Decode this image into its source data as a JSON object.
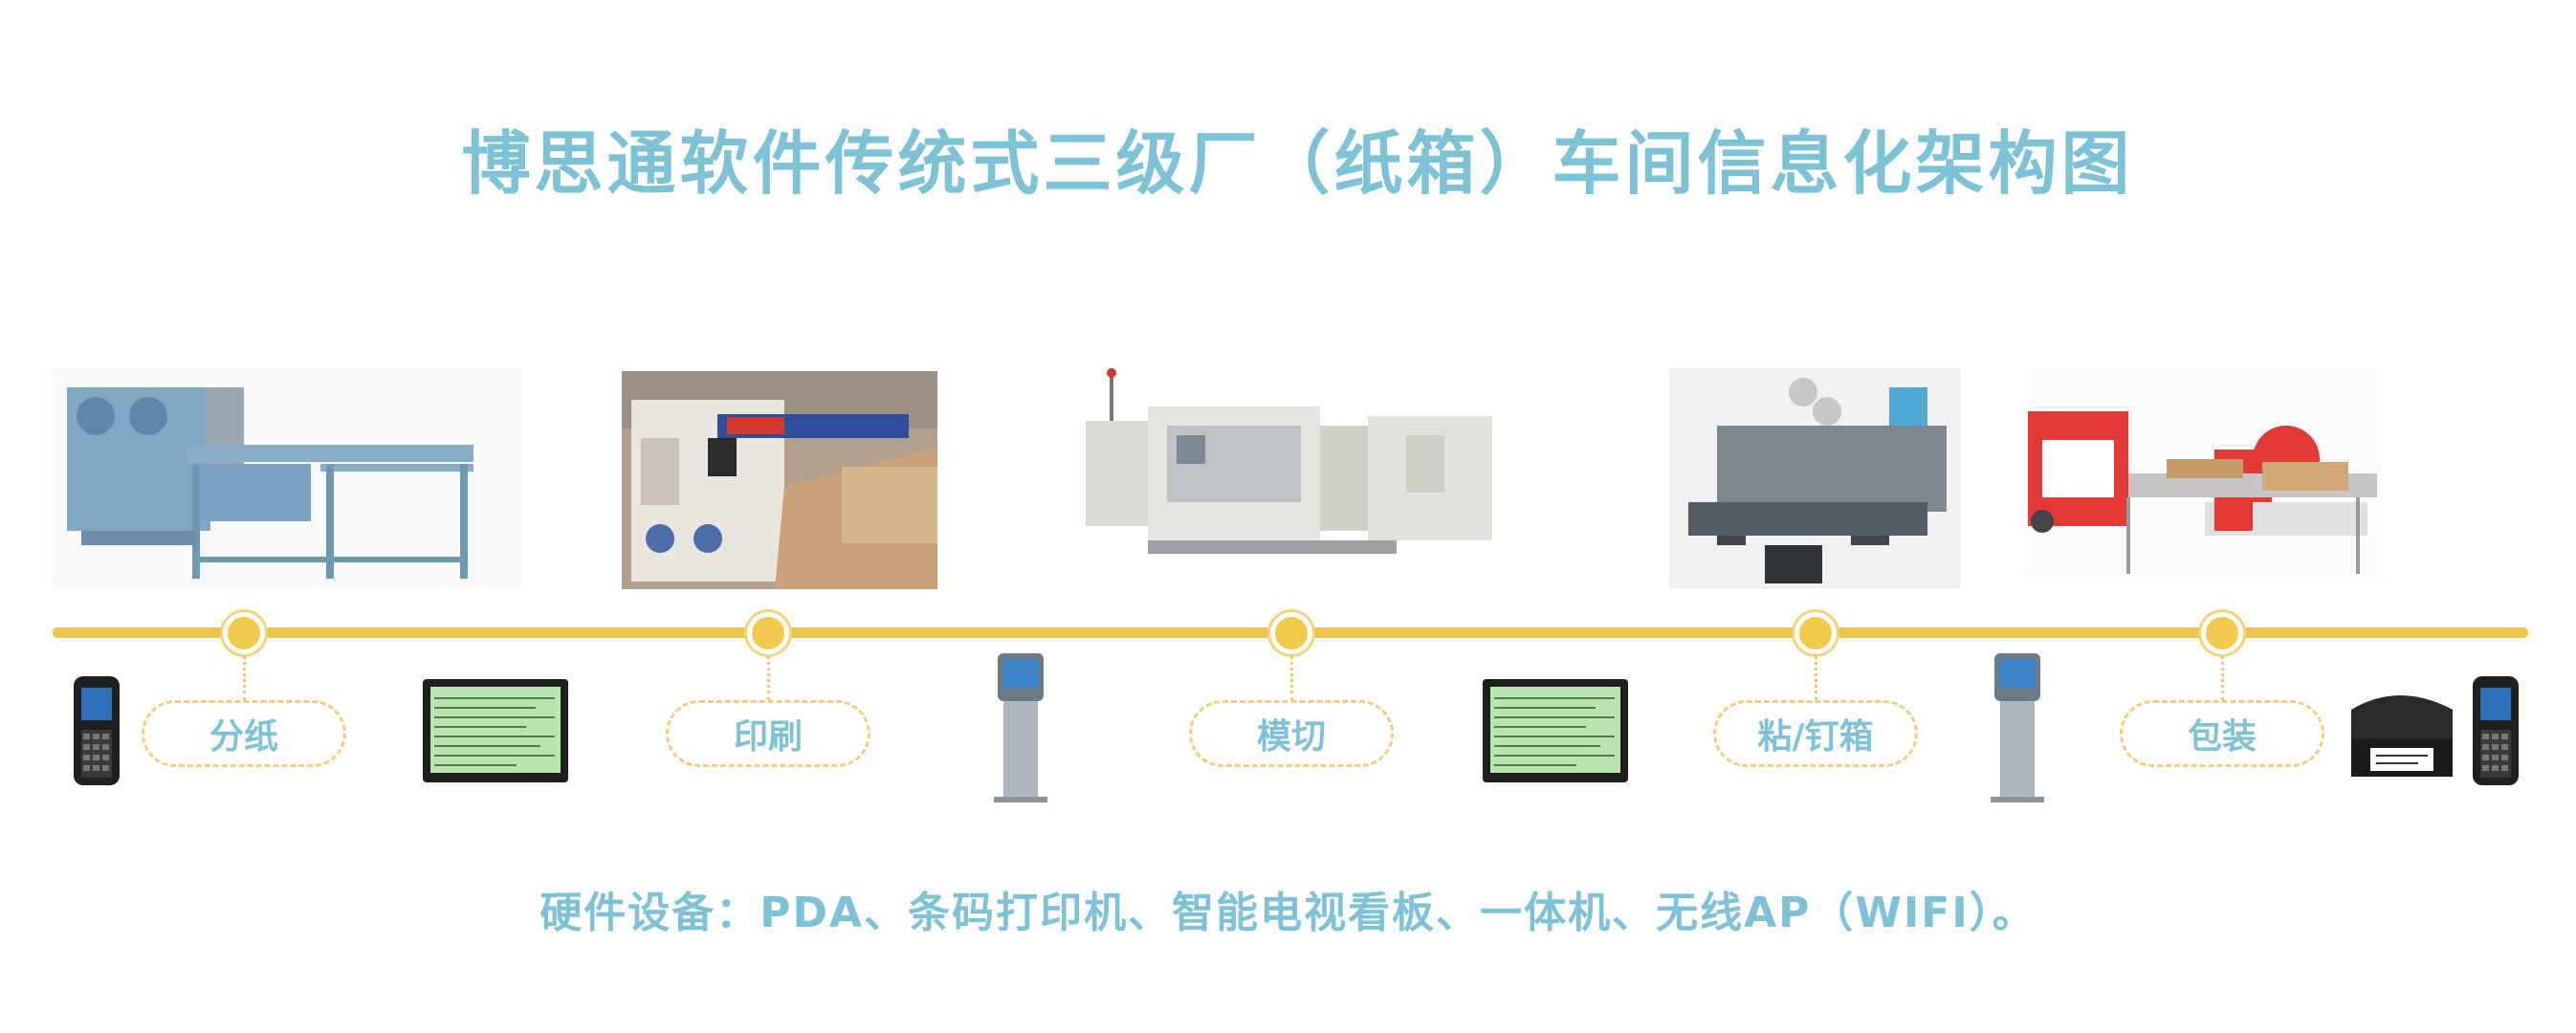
{
  "title": "博思通软件传统式三级厂（纸箱）车间信息化架构图",
  "stages": [
    {
      "label": "分纸",
      "machine_icon": "printing-slotting-machine-icon"
    },
    {
      "label": "印刷",
      "machine_icon": "flexo-printer-icon"
    },
    {
      "label": "模切",
      "machine_icon": "die-cutting-machine-icon"
    },
    {
      "label": "粘/钉箱",
      "machine_icon": "stitching-machine-icon"
    },
    {
      "label": "包装",
      "machine_icon": "strapping-machine-icon"
    }
  ],
  "devices": [
    "pda-icon",
    "smart-tv-board-icon",
    "kiosk-all-in-one-icon",
    "smart-tv-board-icon",
    "kiosk-all-in-one-icon",
    "barcode-printer-icon",
    "pda-icon"
  ],
  "footer": "硬件设备：PDA、条码打印机、智能电视看板、一体机、无线AP（WIFI）。",
  "colors": {
    "accent_text": "#7cc3d7",
    "timeline": "#eac54a",
    "dashed_border": "#f0cf80"
  }
}
